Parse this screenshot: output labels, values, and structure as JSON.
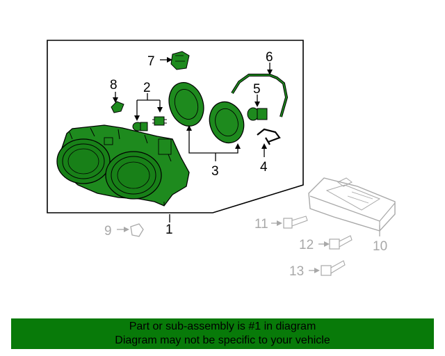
{
  "callouts": {
    "c1": "1",
    "c2": "2",
    "c3": "3",
    "c4": "4",
    "c5": "5",
    "c6": "6",
    "c7": "7",
    "c8": "8",
    "c9": "9",
    "c10": "10",
    "c11": "11",
    "c12": "12",
    "c13": "13"
  },
  "footer": {
    "line1": "Part or sub-assembly is #1 in diagram",
    "line2": "Diagram may not be specific to your vehicle"
  },
  "colors": {
    "highlight": "#0a7a0a",
    "part_fill": "#1e8a1e",
    "ghost": "#a8a8a8",
    "banner": "#087a09"
  }
}
